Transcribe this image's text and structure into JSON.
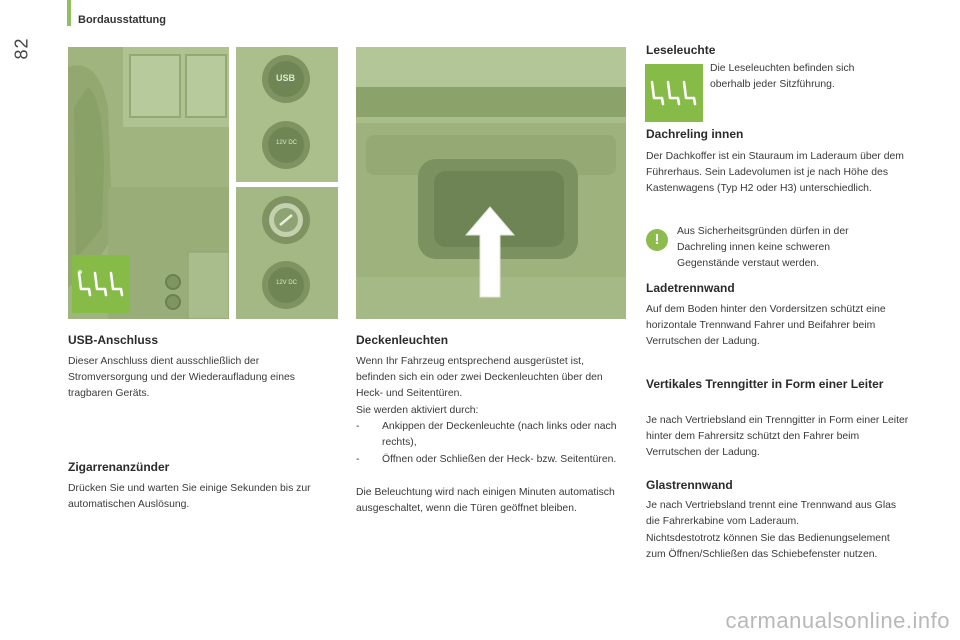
{
  "header": {
    "page_number": "82",
    "section_title": "Bordausstattung"
  },
  "colors": {
    "accent_green": "#8fbf60",
    "badge_green": "#86bb47",
    "photo_tint": "#a7bb86"
  },
  "photos": {
    "socket_usb_label": "USB",
    "socket_12v_label": "12V DC",
    "socket_12v_label_2": "12V DC"
  },
  "icons": {
    "seat_badge_1": "seat-positions-icon",
    "seat_badge_2": "seat-positions-icon",
    "warning": "exclamation-warning-icon",
    "arrow": "arrow-up-icon"
  },
  "usb": {
    "title": "USB-Anschluss",
    "body": "Dieser Anschluss dient ausschließlich der Stromversorgung und der Wiederaufladung eines tragbaren Geräts."
  },
  "lighter": {
    "title": "Zigarrenanzünder",
    "body": "Drücken Sie und warten Sie einige Sekunden bis zur automatischen Auslösung."
  },
  "ceiling": {
    "title": "Deckenleuchten",
    "p1": "Wenn Ihr Fahrzeug entsprechend ausgerüstet ist, befinden sich ein oder zwei Deckenleuchten über den Heck- und Seitentüren.",
    "p2": "Sie werden aktiviert durch:",
    "items": [
      {
        "dash": "-",
        "text": "Ankippen der Deckenleuchte (nach links oder nach rechts),"
      },
      {
        "dash": "-",
        "text": "Öffnen oder Schließen der Heck- bzw. Seitentüren."
      }
    ],
    "p3": "Die Beleuchtung wird nach einigen Minuten automatisch ausgeschaltet, wenn die Türen geöffnet bleiben."
  },
  "reading": {
    "title": "Leseleuchte",
    "body": "Die Leseleuchten befinden sich oberhalb jeder Sitzführung."
  },
  "roofrail": {
    "title": "Dachreling innen",
    "body": "Der Dachkoffer ist ein Stauraum im Laderaum über dem Führerhaus. Sein Ladevolumen ist je nach Höhe des Kastenwagens (Typ H2 oder H3) unterschiedlich.",
    "warning": "Aus Sicherheitsgründen dürfen in der Dachreling innen keine schweren Gegenstände verstaut werden."
  },
  "partition": {
    "title": "Ladetrennwand",
    "body": "Auf dem Boden hinter den Vordersitzen schützt eine horizontale Trennwand Fahrer und Beifahrer beim Verrutschen der Ladung."
  },
  "grid": {
    "title": "Vertikales Trenngitter in Form einer Leiter",
    "body": "Je nach Vertriebsland ein Trenngitter in Form einer Leiter hinter dem Fahrersitz schützt den Fahrer beim Verrutschen der Ladung."
  },
  "glass": {
    "title": "Glastrennwand",
    "p1": "Je nach Vertriebsland trennt eine Trennwand aus Glas die Fahrerkabine vom Laderaum.",
    "p2": "Nichtsdestotrotz können Sie das Bedienungselement zum Öffnen/Schließen das Schiebefenster nutzen."
  },
  "watermark": "carmanualsonline.info"
}
